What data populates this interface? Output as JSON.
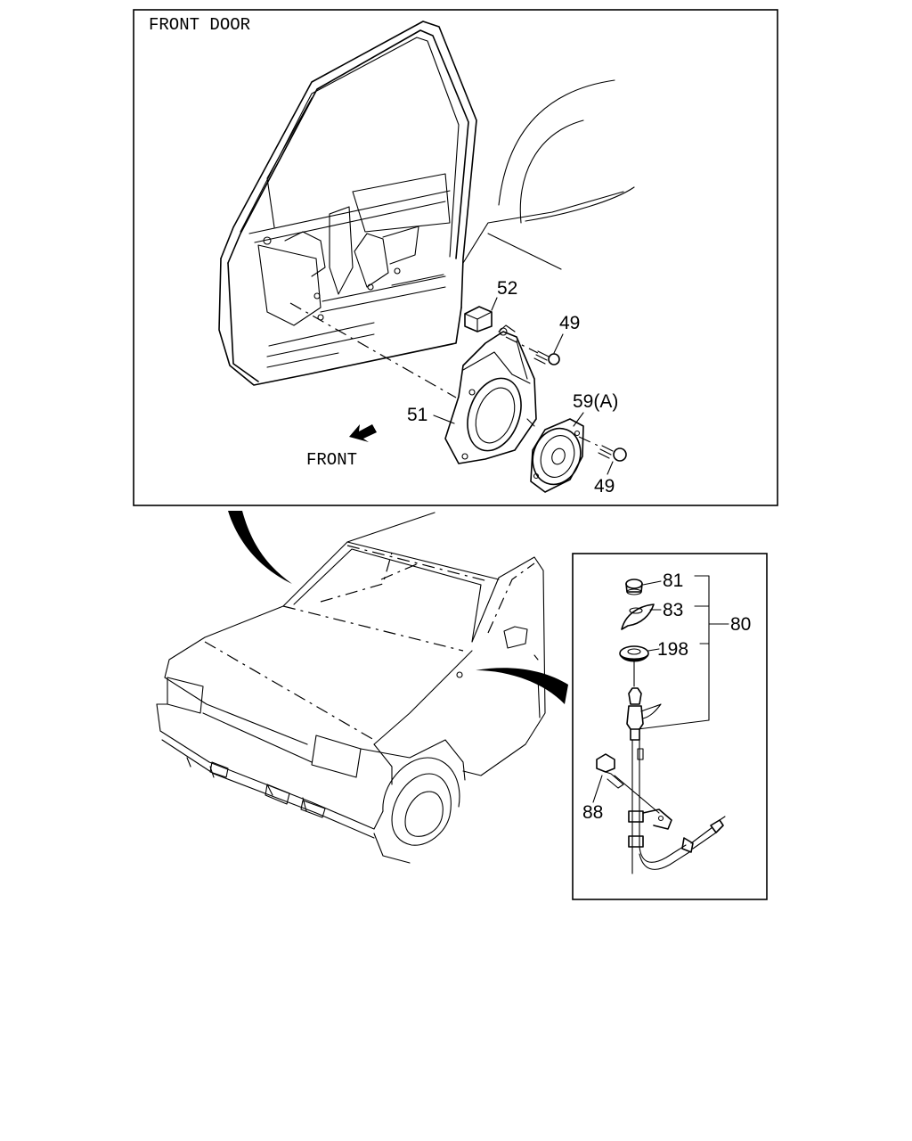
{
  "inset_top": {
    "title": "FRONT DOOR",
    "direction_label": "FRONT",
    "callouts": {
      "c52": "52",
      "c49_upper": "49",
      "c51": "51",
      "c59a": "59(A)",
      "c49_lower": "49"
    }
  },
  "inset_antenna": {
    "callouts": {
      "c81": "81",
      "c83": "83",
      "c80": "80",
      "c198": "198",
      "c88": "88"
    }
  }
}
